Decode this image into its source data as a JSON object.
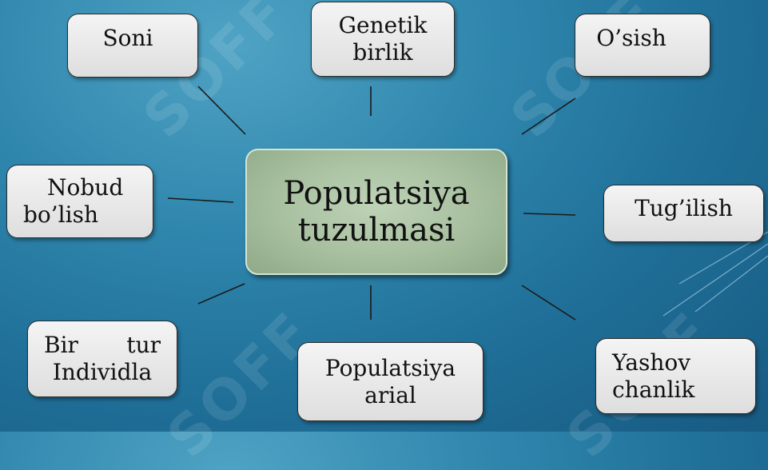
{
  "center": {
    "line1": "Populatsiya",
    "line2": "tuzulmasi"
  },
  "nodes": {
    "soni": {
      "line1": "Soni"
    },
    "genetik": {
      "line1": "Genetik",
      "line2": "birlik"
    },
    "osish": {
      "line1": "O’sish"
    },
    "nobud": {
      "line1": "Nobud",
      "line2": "bo’lish"
    },
    "tugilish": {
      "line1": "Tug’ilish"
    },
    "bir_tur": {
      "line1a": "Bir",
      "line1b": "tur",
      "line2": "Individla"
    },
    "arial": {
      "line1": "Populatsiya",
      "line2": "arial"
    },
    "yashov": {
      "line1": "Yashov",
      "line2": "chanlik"
    }
  },
  "watermark": "SOFF",
  "colors": {
    "background": "#2f86ad",
    "center_fill": "#a7bf9f",
    "box_fill": "#e8e8e8",
    "connector": "#1a1a1a"
  }
}
